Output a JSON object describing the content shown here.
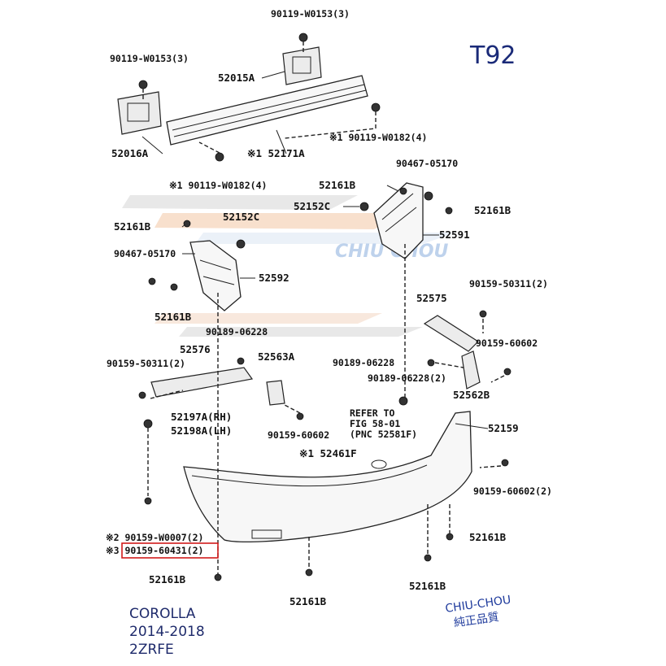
{
  "diagram_code": "T92",
  "model": {
    "line1": "COROLLA",
    "line2": "2014-2018",
    "line3": "2ZRFE"
  },
  "watermark": "CHIU CHOU",
  "signature": {
    "line1": "CHIU-CHOU",
    "line2": "純正品質"
  },
  "colors": {
    "highlight": "#d11a1a",
    "code_text": "#1a2a78",
    "model_text": "#1e2a6b"
  },
  "labels": {
    "bolt_top": "90119-W0153(3)",
    "bolt_left_top": "90119-W0153(3)",
    "p52015A": "52015A",
    "p52016A": "52016A",
    "bolt_right_w0182": "※1 90119-W0182(4)",
    "p52171A": "※1 52171A",
    "bolt_left_w0182": "※1 90119-W0182(4)",
    "p52161B_r1": "52161B",
    "clip_r_05170": "90467-05170",
    "p52152C_r": "52152C",
    "p52161B_r2": "52161B",
    "p52591": "52591",
    "p52161B_l1": "52161B",
    "p52152C_l": "52152C",
    "clip_l_05170": "90467-05170",
    "p52592": "52592",
    "p52161B_l2": "52161B",
    "screw_r_50311": "90159-50311(2)",
    "p52575": "52575",
    "clip_06228_a": "90189-06228",
    "screw_r_60602_a": "90159-60602",
    "p52576": "52576",
    "p52563A": "52563A",
    "screw_l_50311": "90159-50311(2)",
    "clip_06228_b": "90189-06228",
    "clip_06228_c": "90189-06228(2)",
    "p52562B": "52562B",
    "p52197A": "52197A(RH)",
    "p52198A": "52198A(LH)",
    "refer1": "REFER TO",
    "refer2": "FIG 58-01",
    "refer3": "(PNC 52581F)",
    "p52159": "52159",
    "screw_60602_b": "90159-60602",
    "p52461F": "※1 52461F",
    "screw_60602_c": "90159-60602(2)",
    "screw_w0007": "※2 90159-W0007(2)",
    "screw_60431": "※3 90159-60431(2)",
    "p52161B_b1": "52161B",
    "p52161B_b2": "52161B",
    "p52161B_b3": "52161B",
    "p52161B_b4": "52161B"
  }
}
